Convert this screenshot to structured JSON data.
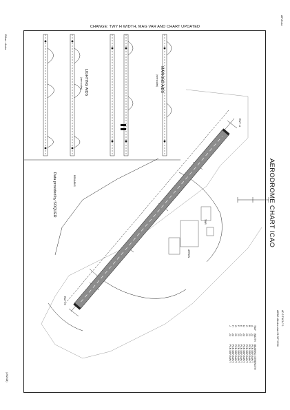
{
  "header": {
    "left_page_ref": "EMxxx - Aruba",
    "right_page_ref": "AIP Aruba",
    "change_note": "CHANGE: TWY H WIDTH, MAG VAR  AND CHART UPDATED"
  },
  "title": "AERODROME CHART ICAO",
  "credit": "Data provided by SOQUER",
  "footer": {
    "left_code": "(19/2024)",
    "right_ref": "AD 2-TNCA-? 1",
    "right_effective": "AIRAC effective date 03 OCT 2024"
  },
  "aids": {
    "marking_title": "MARKING AIDS",
    "lighting_title": "LIGHTING AIDS",
    "marking_sub": "(see scales)",
    "lighting_sub": "(see scales)"
  },
  "legend_table": {
    "headers": [
      "TWY",
      "WIDTH",
      "BEARING STRENGTH"
    ],
    "rows": [
      [
        "A",
        "23",
        "PCN 58/F/A/W/T"
      ],
      [
        "B",
        "23",
        "PCN 58/F/A/W/T"
      ],
      [
        "C",
        "23",
        "PCN 58/F/A/W/T"
      ],
      [
        "D",
        "23",
        "PCN 58/F/A/W/T"
      ],
      [
        "E",
        "23",
        "PCN 58/F/A/W/T"
      ],
      [
        "F",
        "23",
        "PCN 58/F/A/W/T"
      ],
      [
        "G",
        "23",
        "PCN 58/F/A/W/T"
      ],
      [
        "H",
        "23",
        "PCN 58/F/A/W/T"
      ],
      [
        "J",
        "23",
        "PCN 58/F/A/W/T"
      ]
    ]
  },
  "labels": {
    "rwy_11": "RWY 11",
    "rwy_29": "RWY 29",
    "twr": "TWR",
    "apron": "APRON",
    "remarks": "REMARKS"
  },
  "colors": {
    "runway": "#8c8c8c",
    "line": "#222222",
    "paper": "#ffffff"
  }
}
